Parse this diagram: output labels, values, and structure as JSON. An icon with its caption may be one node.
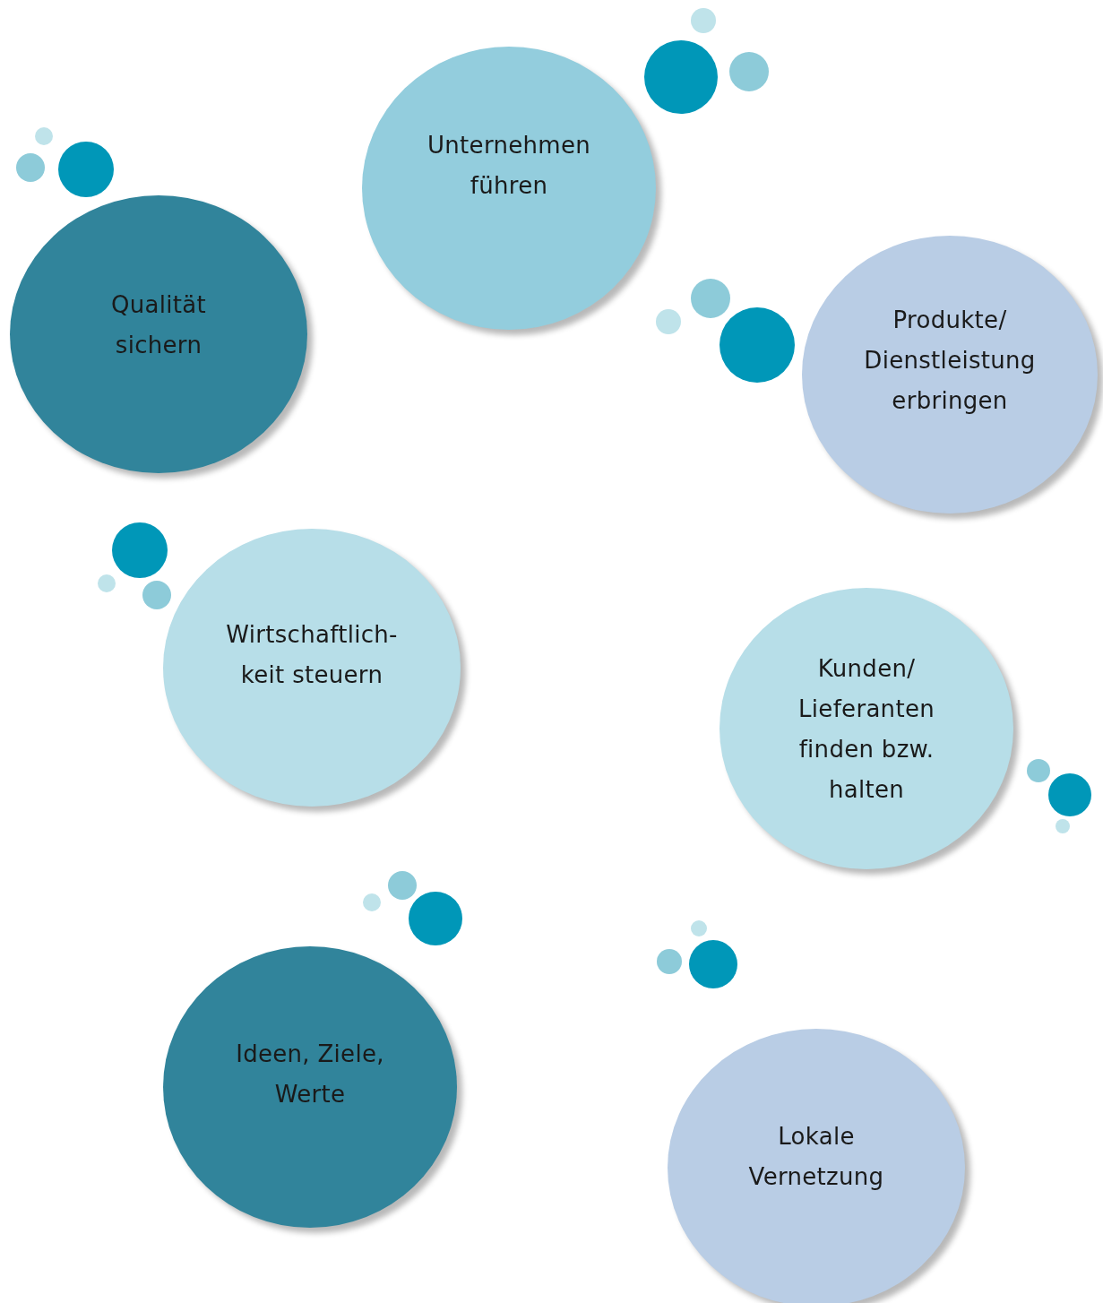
{
  "diagram": {
    "nodes": [
      {
        "text": [
          "Unternehmen führen"
        ]
      },
      {
        "text": [
          "Qualität sichern"
        ]
      },
      {
        "text": [
          "Produkte/ Dienstleistung erbringen"
        ]
      },
      {
        "text": [
          "Wirtschaftlich- keit steuern"
        ]
      },
      {
        "text": [
          "Kunden/ Lieferanten finden bzw. halten"
        ]
      },
      {
        "text": [
          "Ideen, Ziele, Werte"
        ]
      },
      {
        "text": [
          "Lokale Vernetzung"
        ]
      }
    ]
  }
}
